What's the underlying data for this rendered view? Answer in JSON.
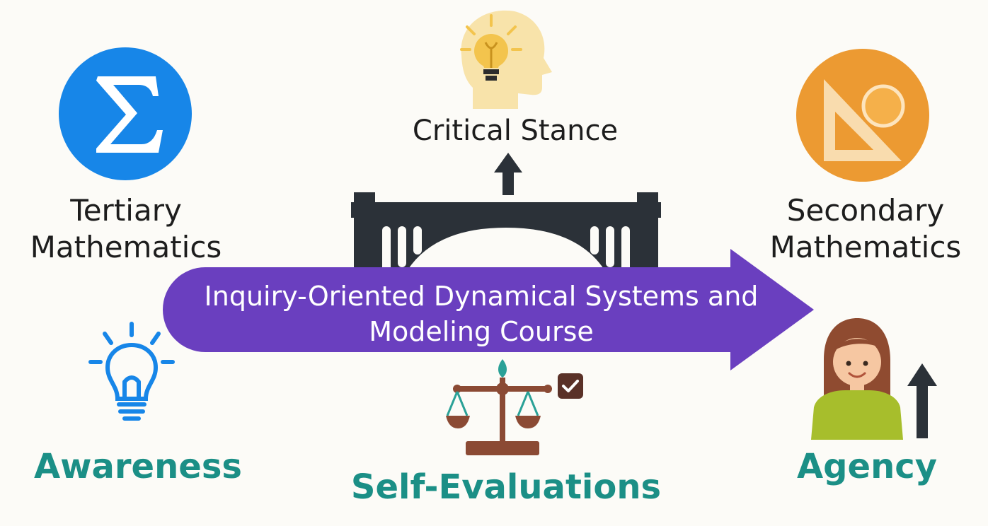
{
  "diagram": {
    "center_arrow": {
      "line1": "Inquiry-Oriented Dynamical Systems and",
      "line2": "Modeling Course"
    },
    "top_node": {
      "label": "Critical Stance"
    },
    "left_top_node": {
      "line1": "Tertiary",
      "line2": "Mathematics"
    },
    "right_top_node": {
      "line1": "Secondary",
      "line2": "Mathematics"
    },
    "left_bottom_node": {
      "label": "Awareness"
    },
    "center_bottom_node": {
      "label": "Self-Evaluations"
    },
    "right_bottom_node": {
      "label": "Agency"
    }
  },
  "colors": {
    "background": "#fcfbf7",
    "arrow_purple": "#6a3fbf",
    "sigma_blue": "#1786e8",
    "triangle_orange": "#ec9a32",
    "teal_text": "#1b8f86",
    "bridge_dark": "#2b3138"
  },
  "icons": [
    "sigma-icon",
    "set-square-icon",
    "head-lightbulb-icon",
    "bridge-icon",
    "lightbulb-icon",
    "scales-icon",
    "checkbox-icon",
    "person-icon",
    "up-arrow-icon"
  ]
}
